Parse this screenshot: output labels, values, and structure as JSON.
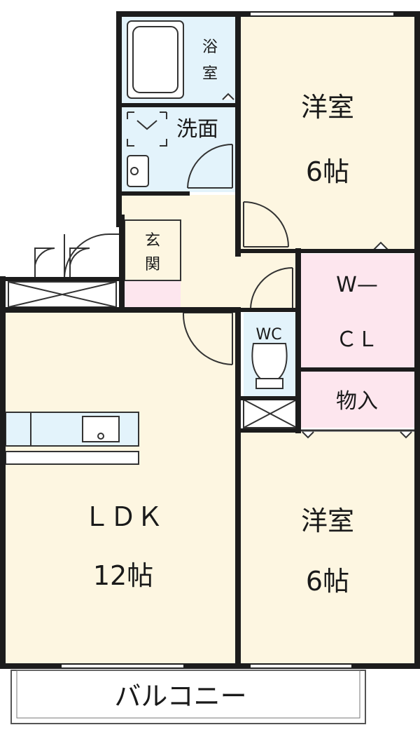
{
  "rooms": {
    "bath": {
      "line1": "浴",
      "line2": "室"
    },
    "washroom": {
      "label": "洗面"
    },
    "entrance": {
      "line1": "玄",
      "line2": "関"
    },
    "western_room_top": {
      "name": "洋室",
      "size": "6帖"
    },
    "walk_in_closet": {
      "line1": "W—",
      "line2": "ＣＬ"
    },
    "storage": {
      "label": "物入"
    },
    "toilet": {
      "label": "WC"
    },
    "ldk": {
      "name": "ＬＤＫ",
      "size": "12帖"
    },
    "western_room_bottom": {
      "name": "洋室",
      "size": "6帖"
    },
    "balcony": {
      "label": "バルコニー"
    }
  },
  "colors": {
    "wall": "#1c1c1c",
    "living_floor": "#fdf6e1",
    "wet_area": "#e3f3fb",
    "closet": "#fde6ee",
    "balcony": "#ffffff",
    "fixture_outline": "#333333"
  }
}
